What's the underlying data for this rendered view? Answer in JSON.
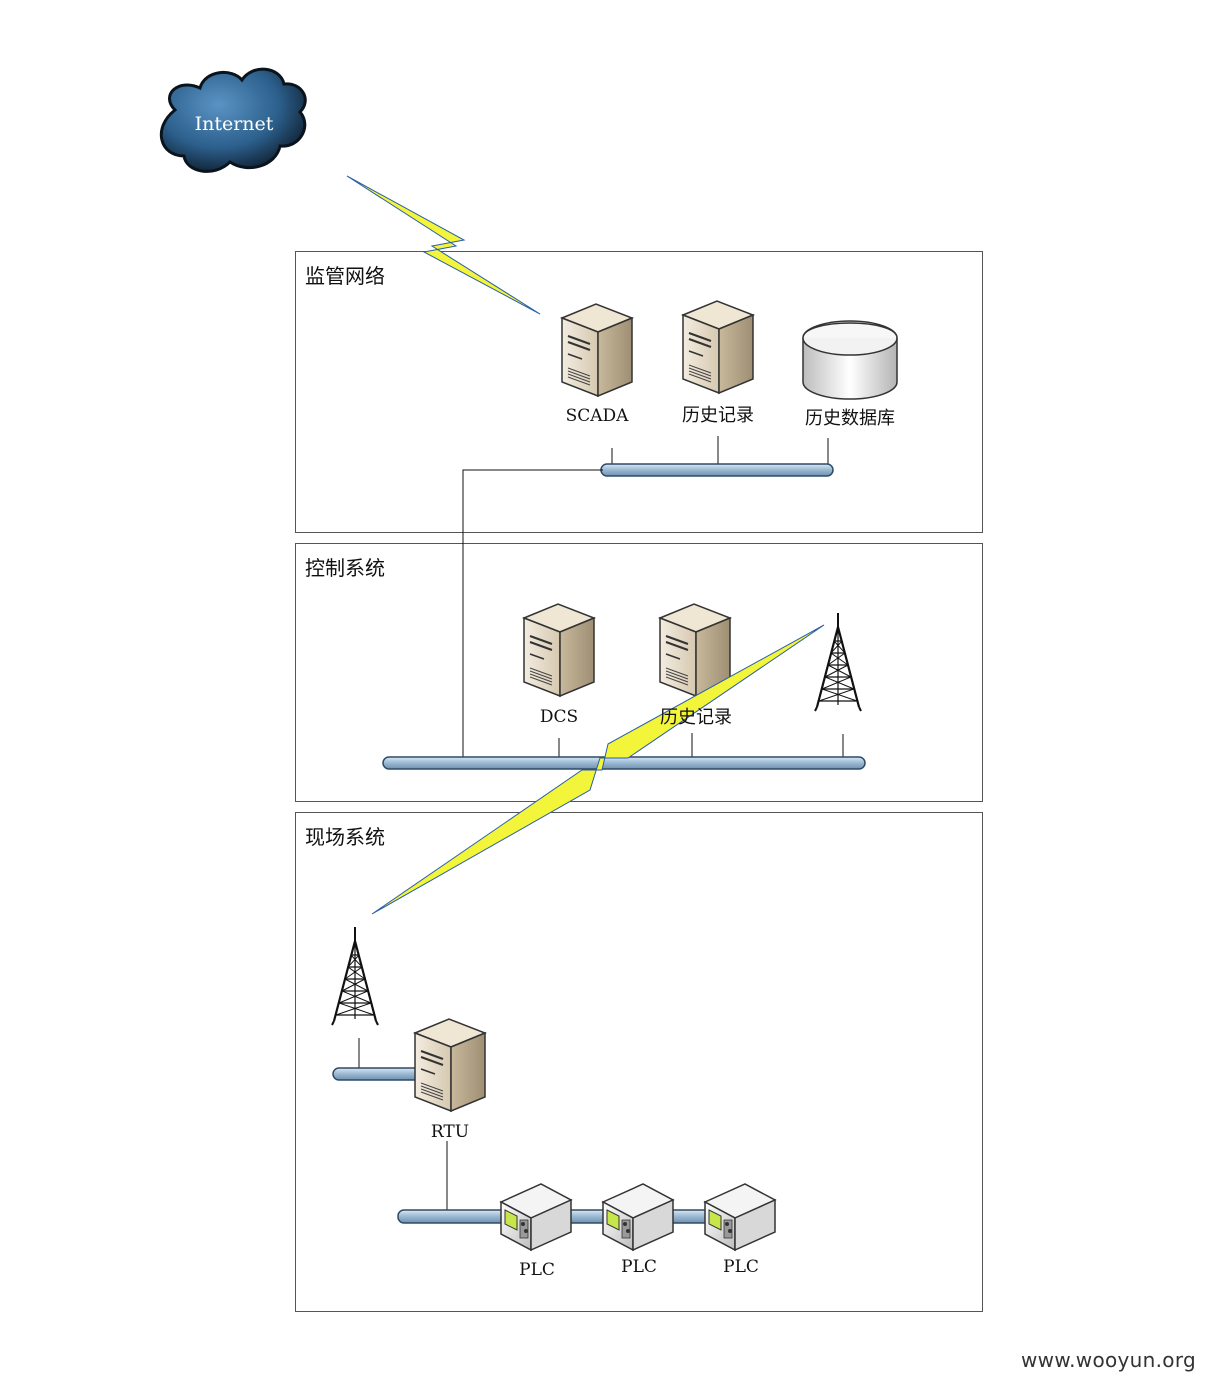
{
  "internet": {
    "label": "Internet"
  },
  "zones": {
    "supervision": {
      "title": "监管网络"
    },
    "control": {
      "title": "控制系统"
    },
    "field": {
      "title": "现场系统"
    }
  },
  "nodes": {
    "scada": {
      "label": "SCADA"
    },
    "history_supervision": {
      "label": "历史记录"
    },
    "history_db": {
      "label": "历史数据库"
    },
    "dcs": {
      "label": "DCS"
    },
    "history_control": {
      "label": "历史记录"
    },
    "rtu": {
      "label": "RTU"
    },
    "plc1": {
      "label": "PLC"
    },
    "plc2": {
      "label": "PLC"
    },
    "plc3": {
      "label": "PLC"
    }
  },
  "icons": {
    "cloud": "cloud-icon",
    "server": "server-icon",
    "database": "database-icon",
    "tower": "radio-tower-icon",
    "plc": "plc-device-icon"
  },
  "colors": {
    "bus_fill": "#a9c4dc",
    "bus_stroke": "#3c5a74",
    "lightning_fill": "#f3f53a",
    "lightning_stroke": "#2c5fa8",
    "cloud_fill": "#2f6b9e"
  },
  "footer": {
    "watermark": "www.wooyun.org"
  }
}
